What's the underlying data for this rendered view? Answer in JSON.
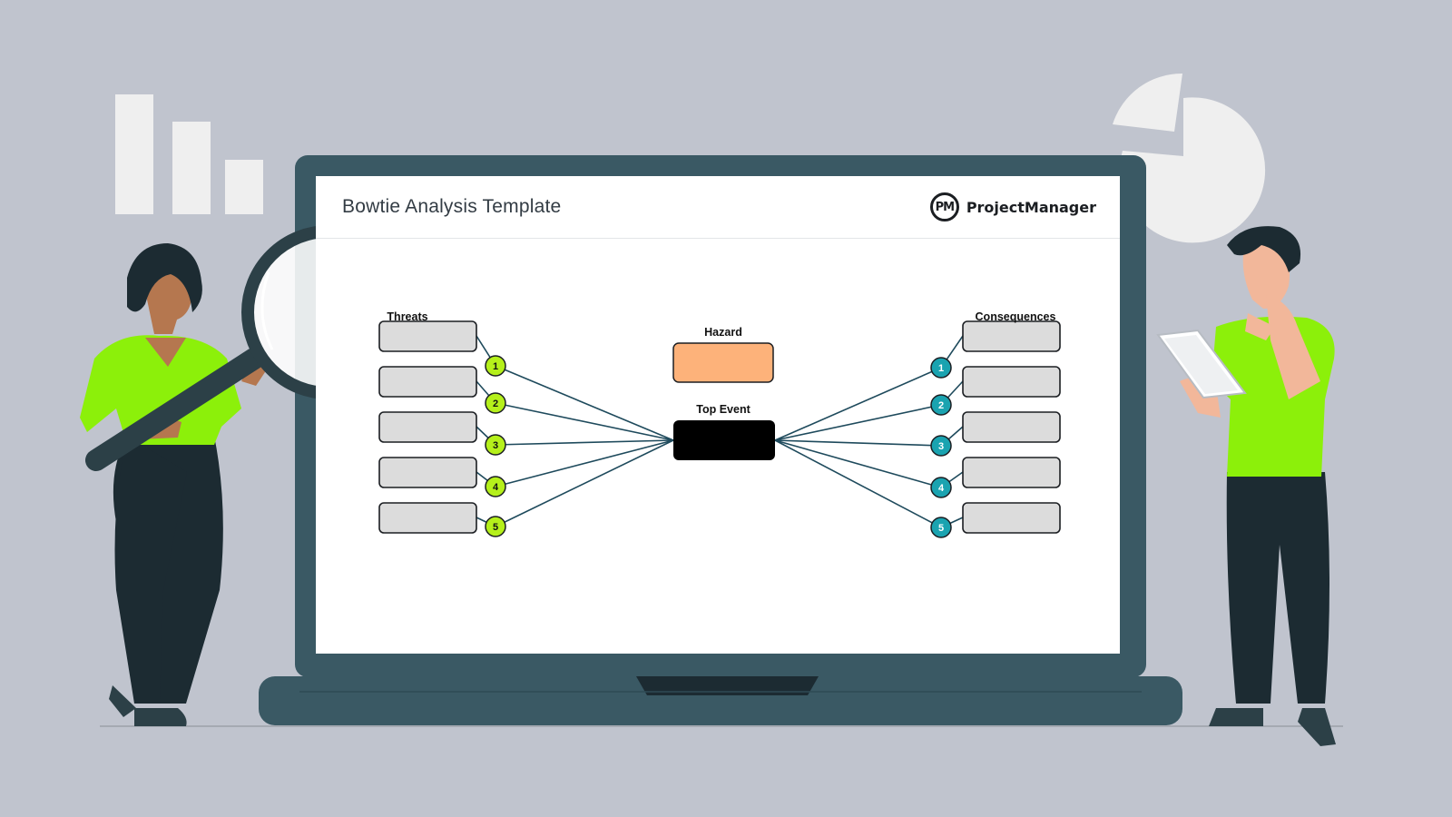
{
  "document": {
    "title": "Bowtie Analysis Template",
    "brand": {
      "logo_text": "PM",
      "name": "ProjectManager"
    }
  },
  "diagram": {
    "threats_label": "Threats",
    "hazard_label": "Hazard",
    "top_event_label": "Top Event",
    "consequences_label": "Consequences",
    "threats": [
      {
        "number": "1",
        "text": ""
      },
      {
        "number": "2",
        "text": ""
      },
      {
        "number": "3",
        "text": ""
      },
      {
        "number": "4",
        "text": ""
      },
      {
        "number": "5",
        "text": ""
      }
    ],
    "consequences": [
      {
        "number": "1",
        "text": ""
      },
      {
        "number": "2",
        "text": ""
      },
      {
        "number": "3",
        "text": ""
      },
      {
        "number": "4",
        "text": ""
      },
      {
        "number": "5",
        "text": ""
      }
    ],
    "colors": {
      "threat_badge": "#b5f01b",
      "consequence_badge": "#1aa3b0",
      "hazard_box": "#fdb27a",
      "top_event_box": "#000000",
      "connector": "#1e4a5c",
      "item_box": "#dcdcdc"
    }
  },
  "colors": {
    "background": "#c0c4ce",
    "laptop": "#3a5964",
    "accent_green": "#8cf00a"
  },
  "icons": [
    "magnifying-glass-icon",
    "bar-chart-icon",
    "pie-chart-icon",
    "tablet-icon",
    "pm-logo-icon"
  ]
}
